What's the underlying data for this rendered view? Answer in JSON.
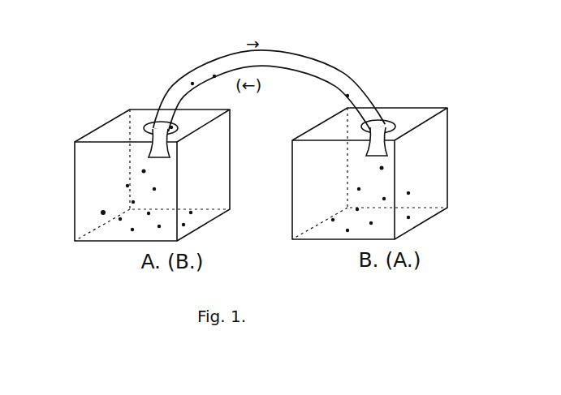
{
  "diagram": {
    "caption": "Fig. 1.",
    "nodes": [
      {
        "text": [
          "A. (B.)"
        ]
      },
      {
        "text": [
          "B. (A.)"
        ]
      }
    ],
    "edges": [
      {
        "from": 0,
        "to": 1,
        "arrow": "none"
      }
    ],
    "labels": [
      "→",
      "(←)"
    ]
  }
}
